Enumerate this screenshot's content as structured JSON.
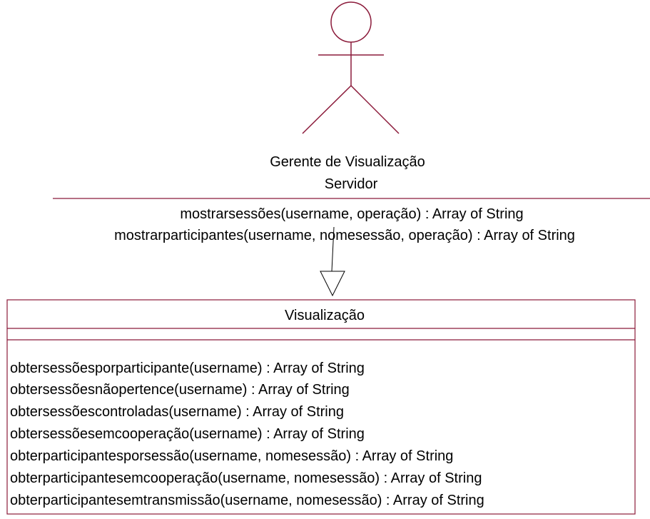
{
  "actor": {
    "name": "Gerente de Visualização",
    "stereotype": "Servidor",
    "operations": [
      "mostrarsessões(username, operação) : Array of String",
      "mostrarparticipantes(username, nomesessão, operação) : Array of String"
    ]
  },
  "class_box": {
    "name": "Visualização",
    "operations": [
      "obtersessõesporparticipante(username) : Array of String",
      "obtersessõesnãopertence(username) : Array of String",
      "obtersessõescontroladas(username) : Array of String",
      "obtersessõesemcooperação(username) : Array of String",
      "obterparticipantesporsessão(username, nomesessão) : Array of String",
      "obterparticipantesemcooperação(username, nomesessão) : Array of String",
      "obterparticipantesemtransmissão(username, nomesessão) : Array of String"
    ]
  },
  "colors": {
    "line": "#8b1a3a",
    "text": "#000000"
  }
}
